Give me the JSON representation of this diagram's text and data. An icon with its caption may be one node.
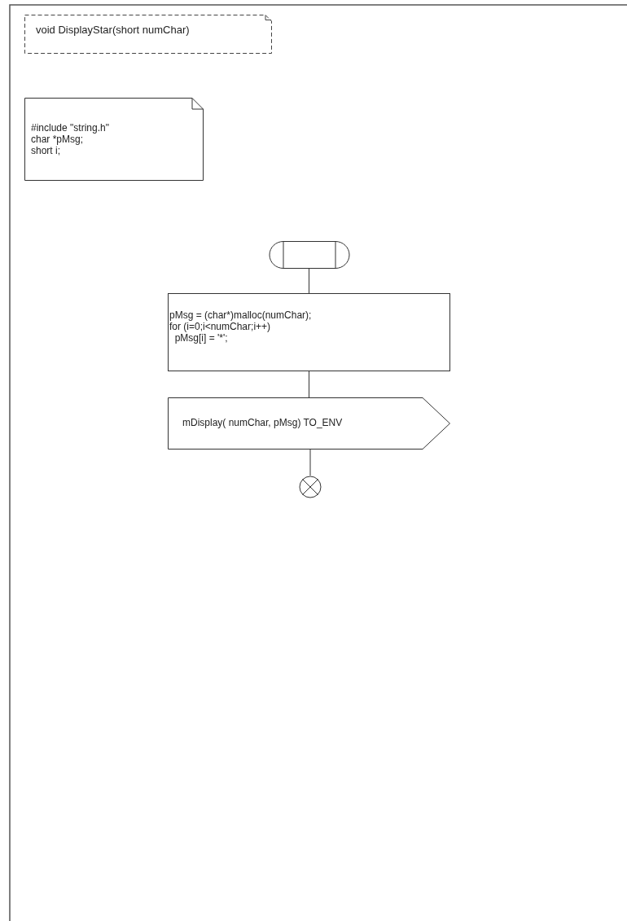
{
  "diagram": {
    "nodes": [
      {
        "text": [
          "void DisplayStar(short numChar)"
        ]
      },
      {
        "text": [
          "#include \"string.h\"",
          "char *pMsg;",
          "short i;"
        ]
      },
      {
        "text": [],
        "shape": "terminal"
      },
      {
        "text": [
          "pMsg = (char*)malloc(numChar);",
          "for (i=0;i<numChar;i++)",
          "  pMsg[i] = '*';"
        ]
      },
      {
        "text": [
          "mDisplay( numChar, pMsg) TO_ENV"
        ]
      },
      {
        "text": [],
        "shape": "circle"
      }
    ],
    "edges": [
      {
        "from": 2,
        "to": 3,
        "arrow": "none"
      },
      {
        "from": 3,
        "to": 4,
        "arrow": "none"
      },
      {
        "from": 4,
        "to": 5,
        "arrow": "none"
      }
    ]
  }
}
